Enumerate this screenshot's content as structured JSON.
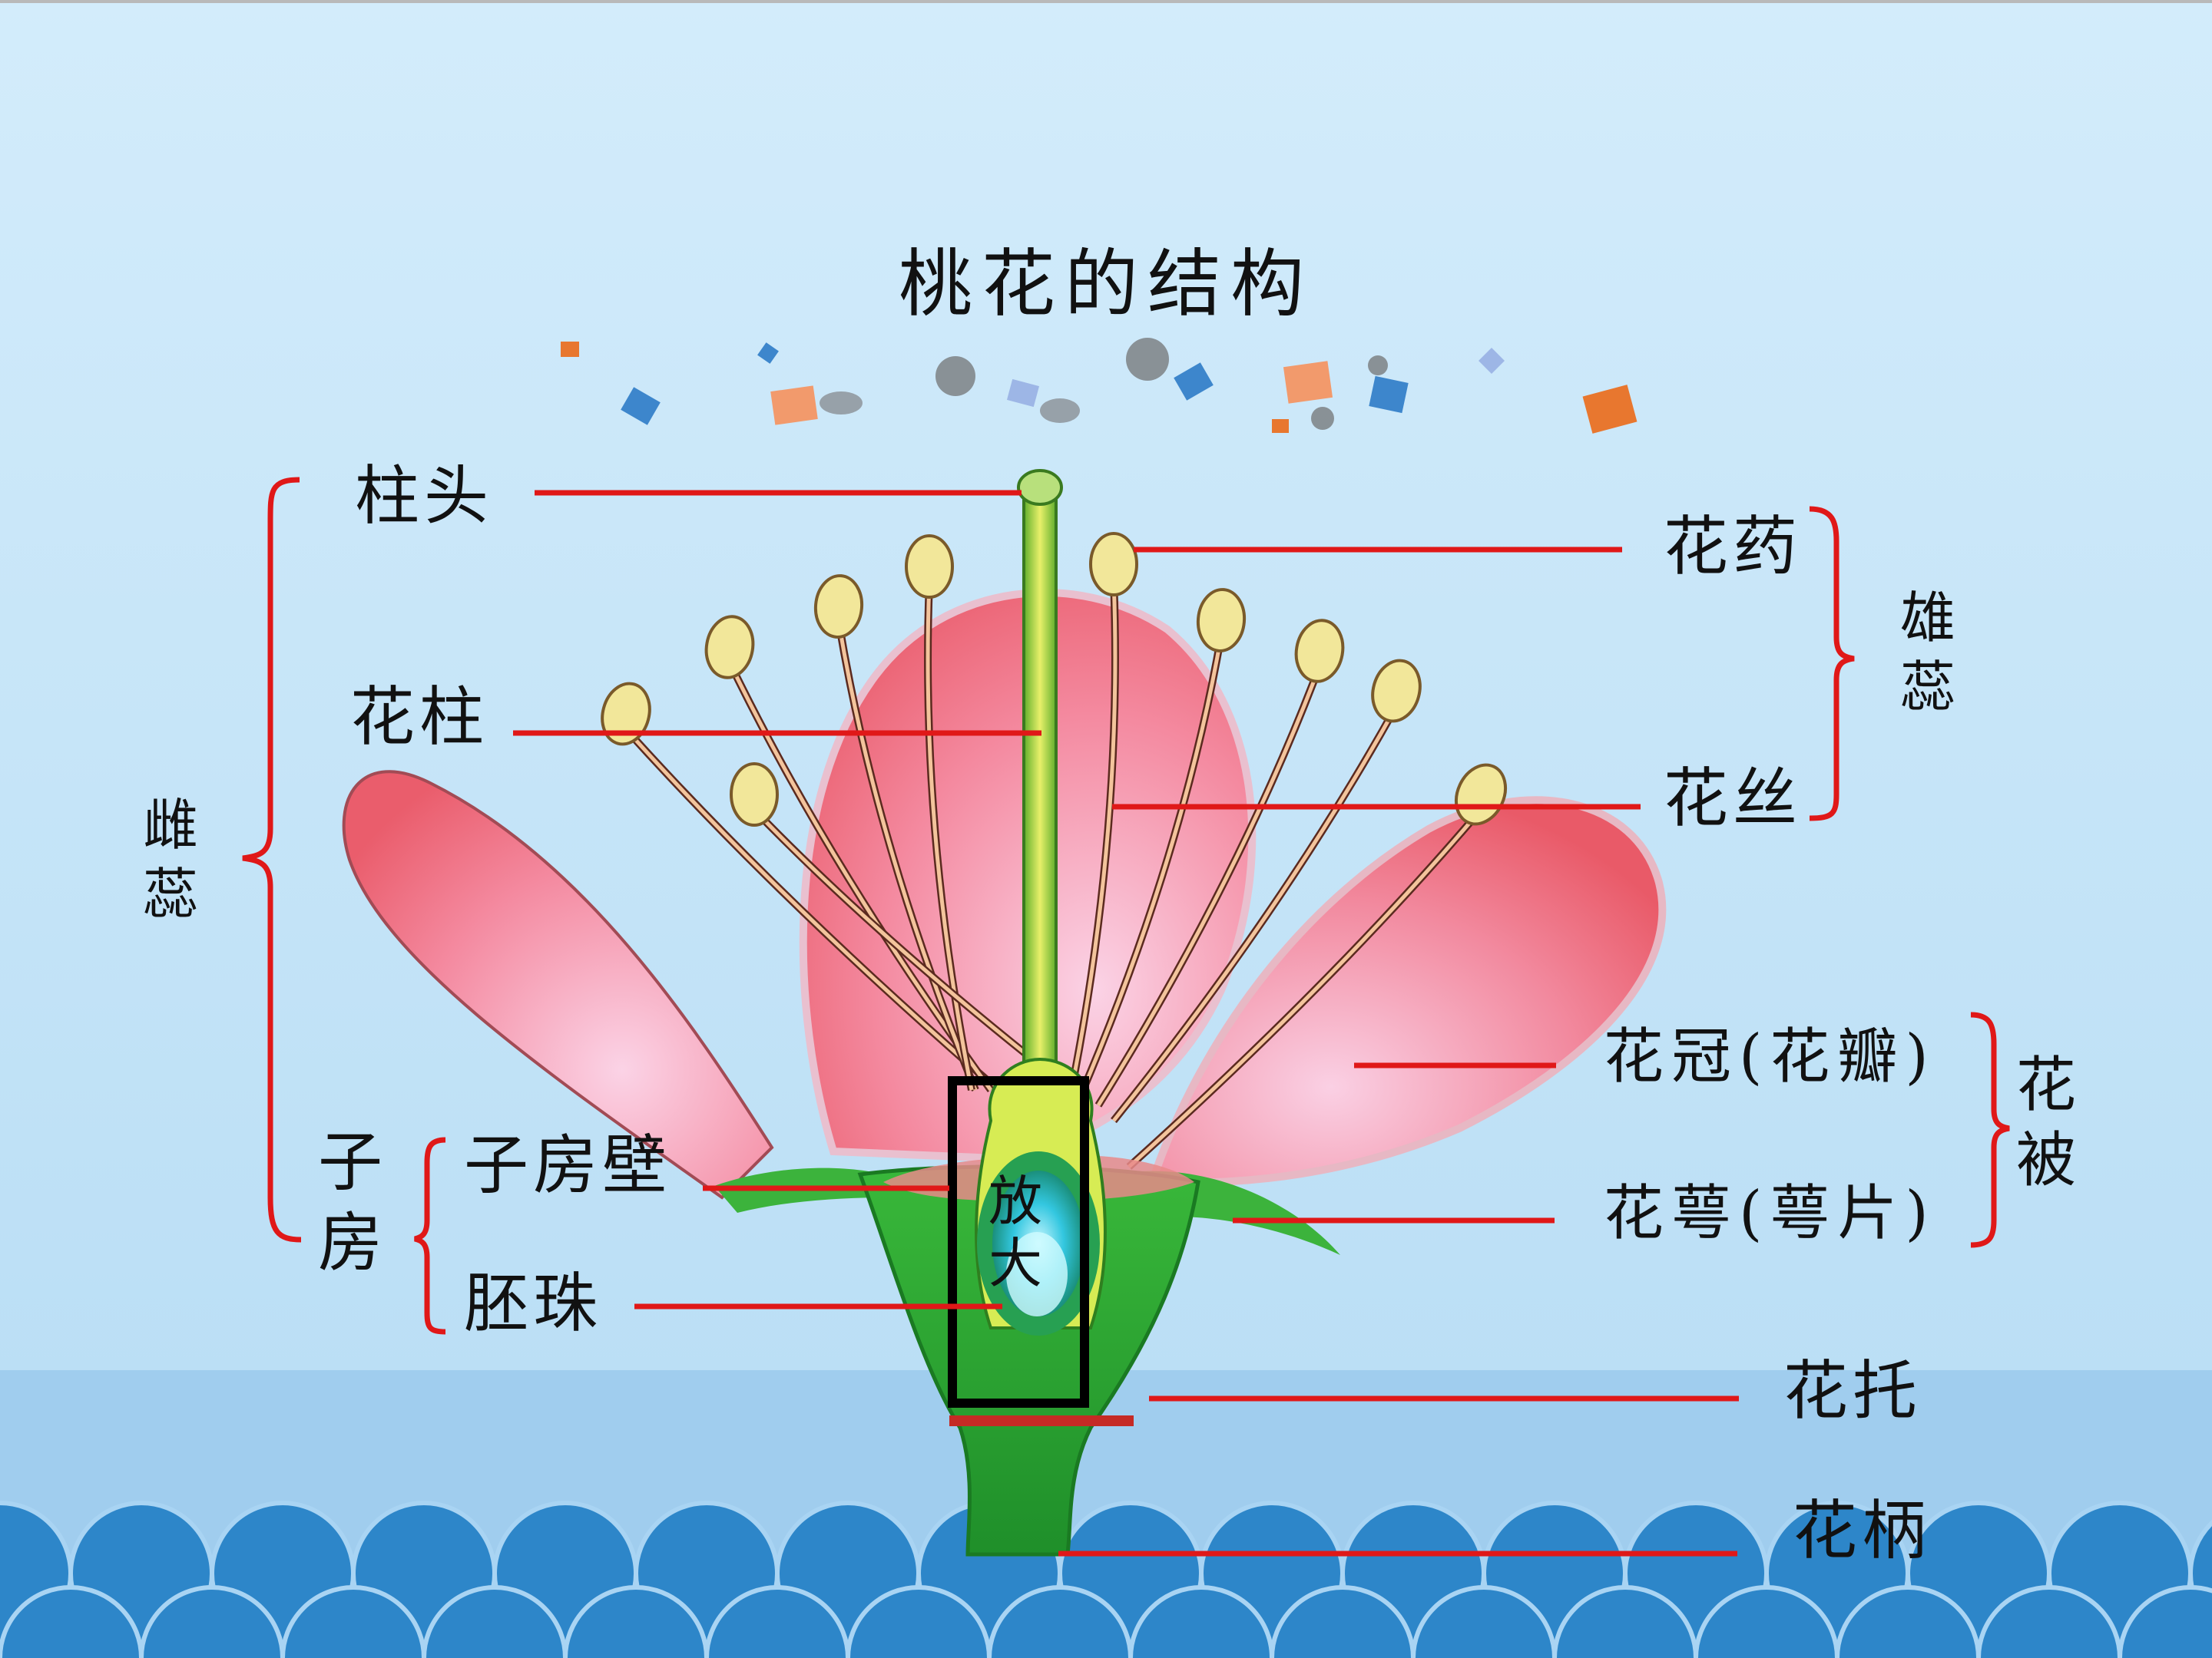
{
  "title": "桃花的结构",
  "labels": {
    "stigma": "柱头",
    "style": "花柱",
    "anther": "花药",
    "filament": "花丝",
    "stamen": "雄蕊",
    "pistil": "雌蕊",
    "ovary": "子房",
    "ovary_wall": "子房壁",
    "ovule": "胚珠",
    "corolla": "花冠(花瓣)",
    "calyx": "花萼(萼片)",
    "perianth": "花被",
    "receptacle": "花托",
    "pedicel": "花柄",
    "zoom": "放大"
  },
  "colors": {
    "background_top": "#cfeafb",
    "background_bottom": "#a6d2f0",
    "band": "#a0cdee",
    "wave": "#2d86c9",
    "leader_line": "#e01818",
    "petal": "#ee6f7c",
    "sepal": "#2fa82f",
    "anther": "#f2e79a"
  }
}
